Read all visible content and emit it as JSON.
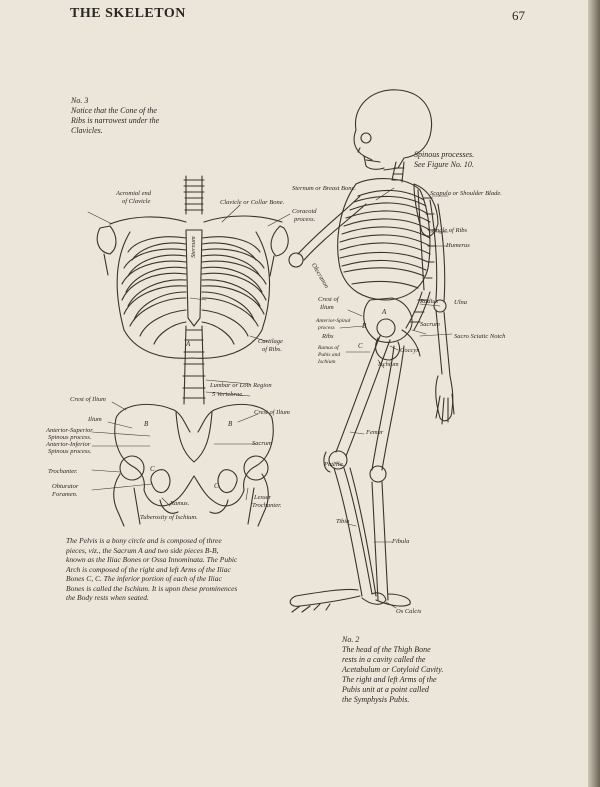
{
  "header": {
    "title": "THE SKELETON",
    "page_number": "67"
  },
  "notes": {
    "no3": [
      "No. 3",
      "Notice that the Cone of the",
      "Ribs is narrowest under the",
      "Clavicles."
    ],
    "spinous": [
      "Spinous processes.",
      "See Figure No. 10."
    ],
    "pelvis": [
      "The Pelvis is a bony circle and is composed of three",
      "pieces, viz., the Sacrum A and two side pieces B-B,",
      "known as the Iliac Bones or Ossa Innominata. The Pubic",
      "Arch is composed of the right and left Arms of the Iliac",
      "Bones C, C. The inferior portion of each of the Iliac",
      "Bones is called the Ischium. It is upon these prominences",
      "the Body rests when seated."
    ],
    "no2": [
      "No. 2",
      "The head of the Thigh Bone",
      "rests in a cavity called the",
      "Acetabulum or Cotyloid Cavity.",
      "The right and left Arms of the",
      "Pubis unit at a point called",
      "the Symphysis Pubis."
    ]
  },
  "labels": {
    "acromial1": "Acromial end",
    "acromial2": "of Clavicle",
    "clavicle": "Clavicle or Collar Bone.",
    "coracoid1": "Coracoid",
    "coracoid2": "process.",
    "sternum_front": "Sternum",
    "cartilage1": "Cartilage",
    "cartilage2": "of Ribs.",
    "lumbar1": "Lumbar or Loin Region",
    "lumbar2": "5 Vertebrae.",
    "crest_ilium_l": "Crest of Ilium",
    "ilium": "Ilium",
    "crest_ilium_r": "Crest of Ilium",
    "ant_sup1": "Anterior-Superior",
    "ant_sup2": "Spinous process.",
    "ant_inf1": "Anterior-Inferior",
    "ant_inf2": "Spinous process.",
    "sacrum_front": "Sacrum",
    "trochanter": "Trochanter.",
    "obturator1": "Obturator",
    "obturator2": "Foramen.",
    "ramus": "Ramus.",
    "tuberosity": "Tuberosity of Ischium.",
    "lesser1": "Lesser",
    "lesser2": "Trochanter.",
    "sternum_side": "Sternum or Breast Bone.",
    "scapula": "Scapula or Shoulder Blade.",
    "angle_ribs": "Angle of Ribs",
    "humerus": "Humerus",
    "olecranon": "Olecranon",
    "crest_ilium_side1": "Crest of",
    "crest_ilium_side2": "Ilium",
    "ant_sup_side1": "Anterior-Spinal",
    "ant_sup_side2": "process",
    "ribs": "Ribs",
    "radius": "Radius",
    "ulna": "Ulna",
    "sacrum_side": "Sacrum",
    "sacro_sciatic": "Sacro Sciatic Notch",
    "ramus_pubis1": "Ramus of",
    "ramus_pubis2": "Pubis and",
    "ramus_pubis3": "Ischium",
    "coccyx": "Coccyx",
    "ischium": "Ischium",
    "femur": "Femur",
    "patella": "Patella",
    "tibia": "Tibia",
    "fibula": "Fibula",
    "os_calcis": "Os Calcis",
    "letter_a_front": "A",
    "letter_b1": "B",
    "letter_b2": "B",
    "letter_c1": "C",
    "letter_c2": "C",
    "letter_a_side": "A",
    "letter_b_side": "B",
    "letter_c_side": "C"
  }
}
